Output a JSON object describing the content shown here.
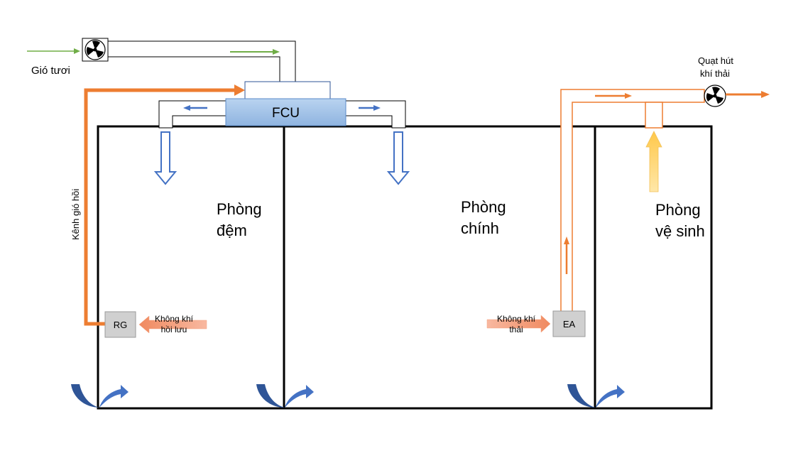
{
  "labels": {
    "fresh_air": "Gió tươi",
    "return_duct": "Kênh gió hồi",
    "fcu": "FCU",
    "exhaust_fan_line1": "Quạt hút",
    "exhaust_fan_line2": "khí thải",
    "room_buffer_line1": "Phòng",
    "room_buffer_line2": "đệm",
    "room_main_line1": "Phòng",
    "room_main_line2": "chính",
    "room_wc_line1": "Phòng",
    "room_wc_line2": "vệ sinh",
    "rg": "RG",
    "ea": "EA",
    "return_air_line1": "Không khí",
    "return_air_line2": "hồi lưu",
    "exhaust_air_line1": "Không khí",
    "exhaust_air_line2": "thải"
  },
  "icons": [
    "fan-icon",
    "arrow-icon",
    "door-swing-icon"
  ],
  "colors": {
    "fresh_air": "#70ad47",
    "return_air": "#ed7d31",
    "supply_air": "#4472c4",
    "fcu_fill": "#a9c7ea",
    "exhaust_from_wc": "#ffc000",
    "grille_fill": "#d0d0d0",
    "wall": "#000000"
  }
}
